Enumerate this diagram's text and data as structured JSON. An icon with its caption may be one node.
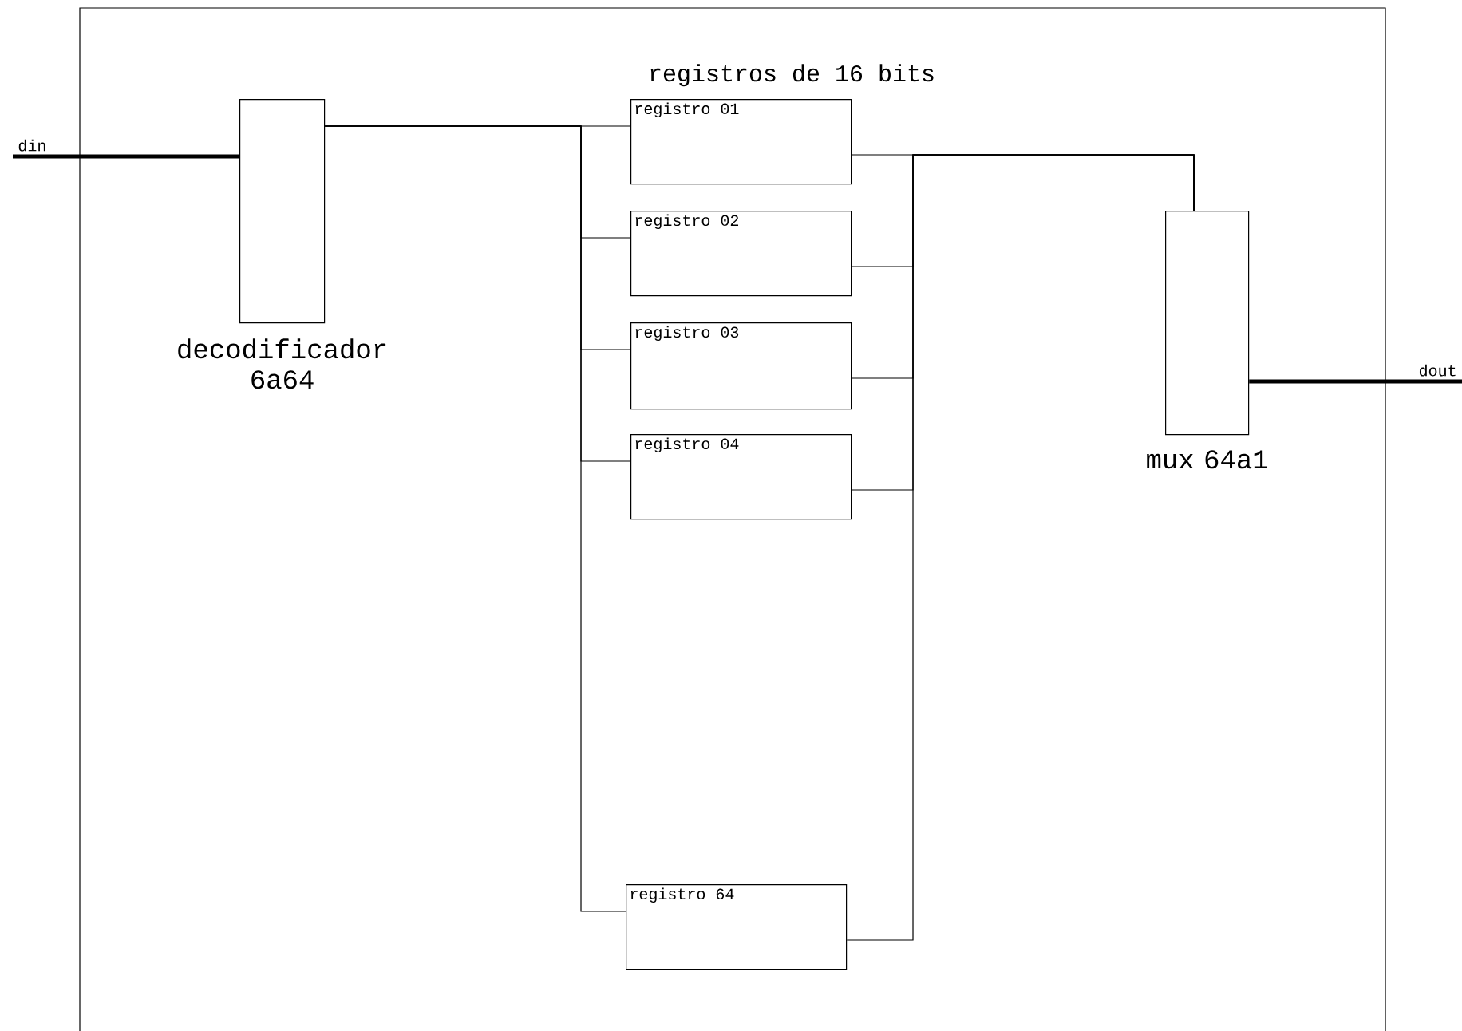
{
  "diagram": {
    "title": "registros de 16 bits",
    "nodes": [
      {
        "text": [
          "din"
        ]
      },
      {
        "text": [
          "decodificador 6a64"
        ]
      },
      {
        "text": [
          "registro 01"
        ]
      },
      {
        "text": [
          "registro 02"
        ]
      },
      {
        "text": [
          "registro 03"
        ]
      },
      {
        "text": [
          "registro 04"
        ]
      },
      {
        "text": [
          "registro 64"
        ]
      },
      {
        "text": [
          "mux 64a1"
        ]
      },
      {
        "text": [
          "dout"
        ]
      }
    ],
    "edges": [
      {
        "from": 0,
        "to": 1,
        "arrow": "none",
        "style": "thick"
      },
      {
        "from": 1,
        "to": 2,
        "arrow": "none"
      },
      {
        "from": 1,
        "to": 3,
        "arrow": "none"
      },
      {
        "from": 1,
        "to": 4,
        "arrow": "none"
      },
      {
        "from": 1,
        "to": 5,
        "arrow": "none"
      },
      {
        "from": 1,
        "to": 6,
        "arrow": "none"
      },
      {
        "from": 2,
        "to": 7,
        "arrow": "none"
      },
      {
        "from": 3,
        "to": 7,
        "arrow": "none"
      },
      {
        "from": 4,
        "to": 7,
        "arrow": "none"
      },
      {
        "from": 5,
        "to": 7,
        "arrow": "none"
      },
      {
        "from": 6,
        "to": 7,
        "arrow": "none"
      },
      {
        "from": 7,
        "to": 8,
        "arrow": "none",
        "style": "thick"
      }
    ]
  }
}
